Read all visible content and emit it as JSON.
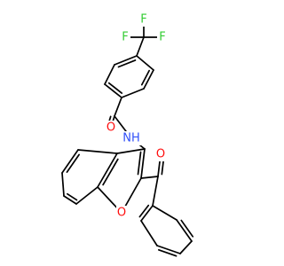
{
  "colors": {
    "bond": "#000000",
    "carbon": "#000000",
    "oxygen": "#ff0d0d",
    "nitrogen": "#3050f8",
    "fluorine": "#33cc33",
    "background": "#ffffff"
  },
  "atoms": [
    {
      "id": "F1",
      "text": "F",
      "element": "fluorine"
    },
    {
      "id": "F2",
      "text": "F",
      "element": "fluorine"
    },
    {
      "id": "F3",
      "text": "F",
      "element": "fluorine"
    },
    {
      "id": "O_amide",
      "text": "O",
      "element": "oxygen"
    },
    {
      "id": "N_amide",
      "text": "NH",
      "element": "nitrogen"
    },
    {
      "id": "O_ketone",
      "text": "O",
      "element": "oxygen"
    },
    {
      "id": "O_furan",
      "text": "O",
      "element": "oxygen"
    }
  ]
}
